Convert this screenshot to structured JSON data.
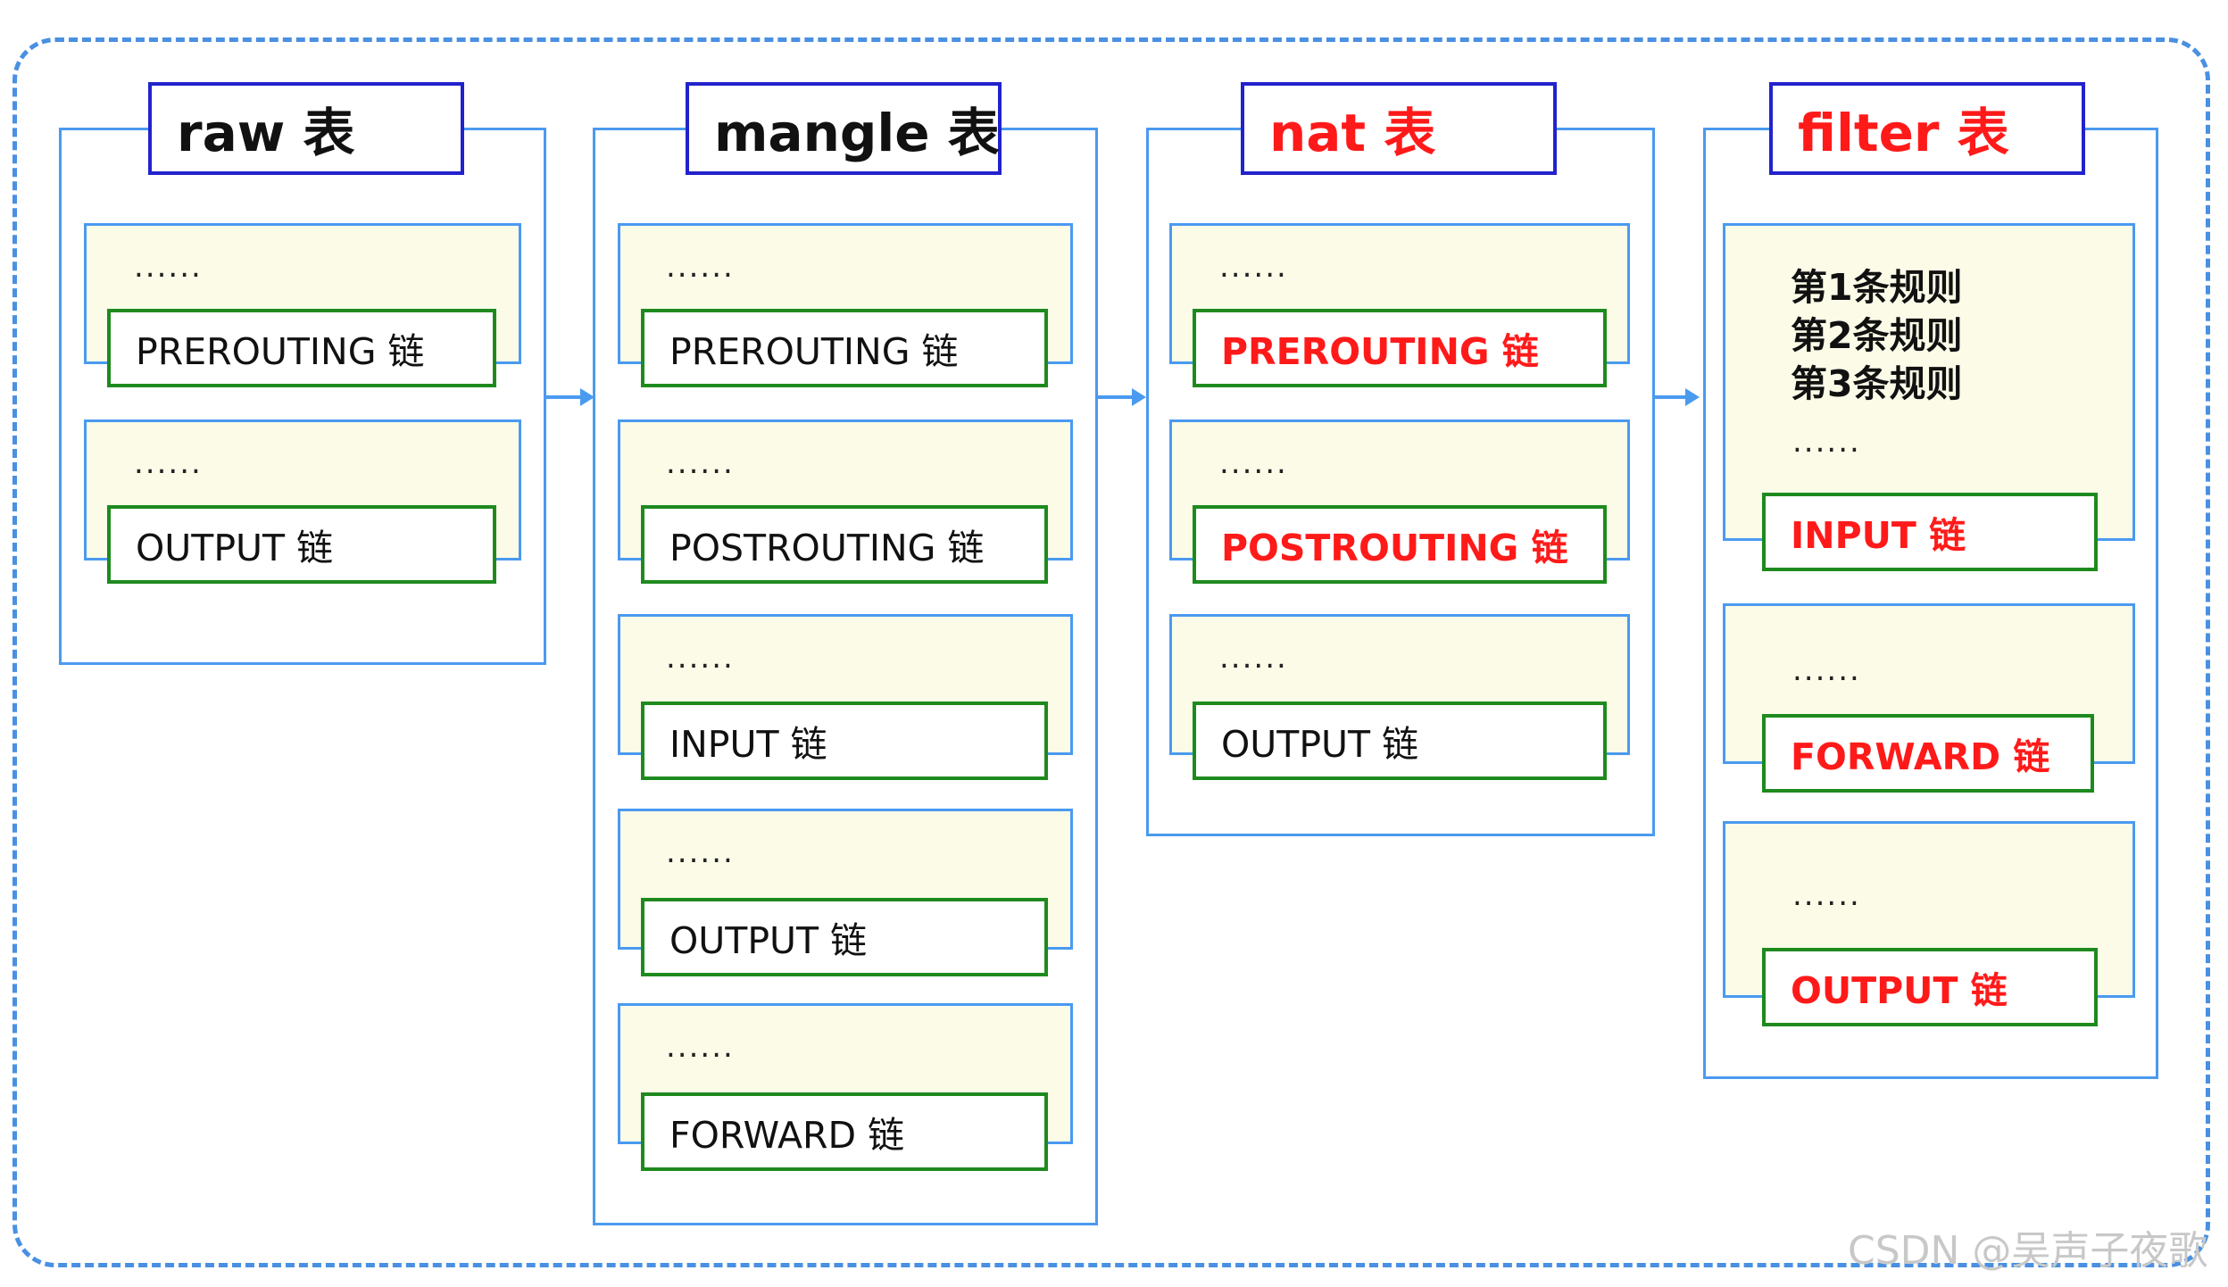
{
  "tables": [
    {
      "title": "raw 表",
      "chains": [
        {
          "dots": "......",
          "label": "PREROUTING 链"
        },
        {
          "dots": "......",
          "label": "OUTPUT 链"
        }
      ]
    },
    {
      "title": "mangle 表",
      "chains": [
        {
          "dots": "......",
          "label": "PREROUTING 链"
        },
        {
          "dots": "......",
          "label": "POSTROUTING 链"
        },
        {
          "dots": "......",
          "label": "INPUT 链"
        },
        {
          "dots": "......",
          "label": "OUTPUT 链"
        },
        {
          "dots": "......",
          "label": "FORWARD 链"
        }
      ]
    },
    {
      "title": "nat 表",
      "chains": [
        {
          "dots": "......",
          "label": "PREROUTING 链"
        },
        {
          "dots": "......",
          "label": "POSTROUTING 链"
        },
        {
          "dots": "......",
          "label": "OUTPUT 链"
        }
      ]
    },
    {
      "title": "filter 表",
      "rules": [
        "第1条规则",
        "第2条规则",
        "第3条规则"
      ],
      "chains": [
        {
          "dots": "......",
          "label": "INPUT 链"
        },
        {
          "dots": "......",
          "label": "FORWARD 链"
        },
        {
          "dots": "......",
          "label": "OUTPUT 链"
        }
      ]
    }
  ],
  "watermark": "CSDN @吴声子夜歌",
  "colors": {
    "frame_blue": "#4a9af0",
    "title_border": "#2222cc",
    "chain_border": "#1e8a1e",
    "chain_fill": "#fbfbe8",
    "highlight_red": "#ff1a1a"
  }
}
